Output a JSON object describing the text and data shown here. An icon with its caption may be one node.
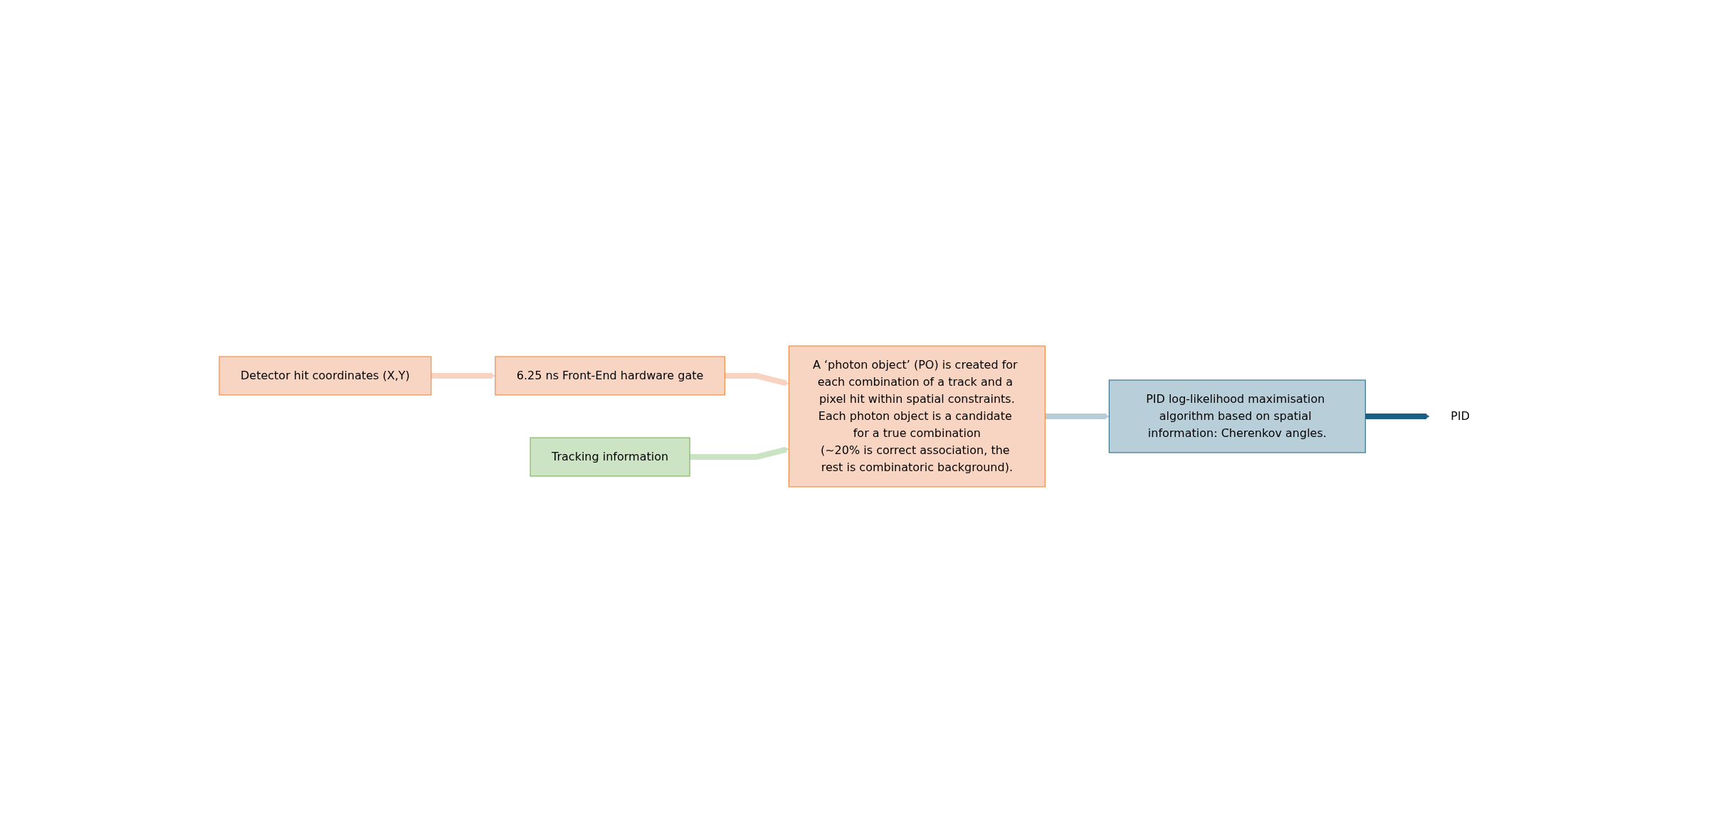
{
  "diagram": {
    "nodes": [
      {
        "text": [
          "Detector hit coordinates (X,Y)"
        ]
      },
      {
        "text": [
          "6.25 ns Front-End hardware gate"
        ]
      },
      {
        "text": [
          "Tracking information"
        ]
      },
      {
        "text": [
          "A ‘photon object’ (PO) is created for each combination of a track and a pixel hit within spatial constraints.",
          "Each photon object is a candidate for a true combination",
          "(~20% is correct association, the rest is combinatoric background)."
        ]
      },
      {
        "text": [
          "PID log-likelihood maximisation algorithm based on spatial information: Cherenkov angles."
        ]
      },
      {
        "text": [
          "PID"
        ]
      }
    ],
    "edges": [
      {
        "from": 0,
        "to": 1,
        "arrow": "to",
        "color": "#f8d3c1"
      },
      {
        "from": 1,
        "to": 3,
        "arrow": "to",
        "color": "#f8d3c1"
      },
      {
        "from": 2,
        "to": 3,
        "arrow": "to",
        "color": "#c9e3c3"
      },
      {
        "from": 3,
        "to": 4,
        "arrow": "to",
        "color": "#b7cdd8"
      },
      {
        "from": 4,
        "to": 5,
        "arrow": "to",
        "color": "#1a5f86"
      }
    ]
  }
}
